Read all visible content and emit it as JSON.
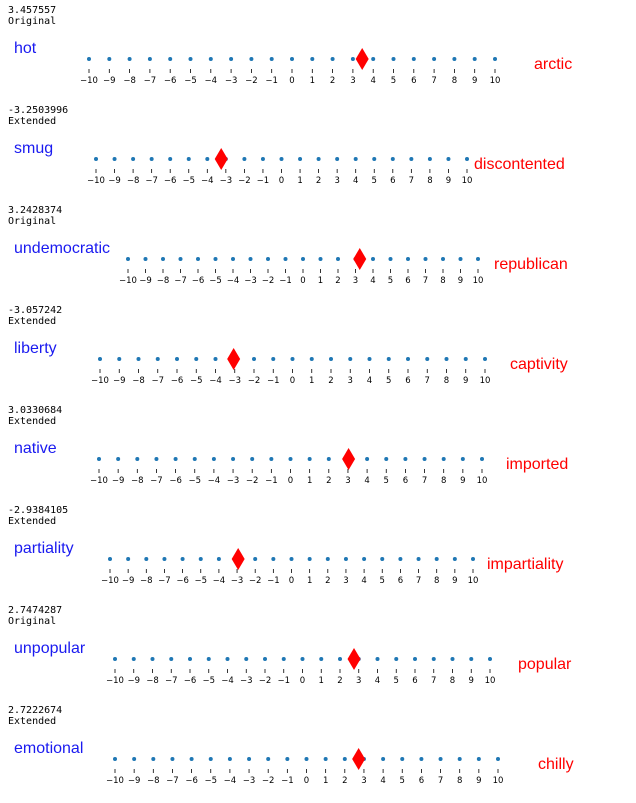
{
  "colors": {
    "left_word": "#1a1af0",
    "right_word": "#ff0000",
    "dot": "#1f77b4",
    "marker": "#ff0000"
  },
  "chart_data": [
    {
      "type": "scatter",
      "score": "3.457557",
      "kind": "Original",
      "left_word": "hot",
      "right_word": "arctic",
      "value": 3.457557,
      "xlim": [
        -10,
        10
      ],
      "ticks": [
        -10,
        -9,
        -8,
        -7,
        -6,
        -5,
        -4,
        -3,
        -2,
        -1,
        0,
        1,
        2,
        3,
        4,
        5,
        6,
        7,
        8,
        9,
        10
      ]
    },
    {
      "type": "scatter",
      "score": "-3.2503996",
      "kind": "Extended",
      "left_word": "smug",
      "right_word": "discontented",
      "value": -3.2503996,
      "xlim": [
        -10,
        10
      ],
      "ticks": [
        -10,
        -9,
        -8,
        -7,
        -6,
        -5,
        -4,
        -3,
        -2,
        -1,
        0,
        1,
        2,
        3,
        4,
        5,
        6,
        7,
        8,
        9,
        10
      ]
    },
    {
      "type": "scatter",
      "score": "3.2428374",
      "kind": "Original",
      "left_word": "undemocratic",
      "right_word": "republican",
      "value": 3.2428374,
      "xlim": [
        -10,
        10
      ],
      "ticks": [
        -10,
        -9,
        -8,
        -7,
        -6,
        -5,
        -4,
        -3,
        -2,
        -1,
        0,
        1,
        2,
        3,
        4,
        5,
        6,
        7,
        8,
        9,
        10
      ]
    },
    {
      "type": "scatter",
      "score": "-3.057242",
      "kind": "Extended",
      "left_word": "liberty",
      "right_word": "captivity",
      "value": -3.057242,
      "xlim": [
        -10,
        10
      ],
      "ticks": [
        -10,
        -9,
        -8,
        -7,
        -6,
        -5,
        -4,
        -3,
        -2,
        -1,
        0,
        1,
        2,
        3,
        4,
        5,
        6,
        7,
        8,
        9,
        10
      ]
    },
    {
      "type": "scatter",
      "score": "3.0330684",
      "kind": "Extended",
      "left_word": "native",
      "right_word": "imported",
      "value": 3.0330684,
      "xlim": [
        -10,
        10
      ],
      "ticks": [
        -10,
        -9,
        -8,
        -7,
        -6,
        -5,
        -4,
        -3,
        -2,
        -1,
        0,
        1,
        2,
        3,
        4,
        5,
        6,
        7,
        8,
        9,
        10
      ]
    },
    {
      "type": "scatter",
      "score": "-2.9384105",
      "kind": "Extended",
      "left_word": "partiality",
      "right_word": "impartiality",
      "value": -2.9384105,
      "xlim": [
        -10,
        10
      ],
      "ticks": [
        -10,
        -9,
        -8,
        -7,
        -6,
        -5,
        -4,
        -3,
        -2,
        -1,
        0,
        1,
        2,
        3,
        4,
        5,
        6,
        7,
        8,
        9,
        10
      ]
    },
    {
      "type": "scatter",
      "score": "2.7474287",
      "kind": "Original",
      "left_word": "unpopular",
      "right_word": "popular",
      "value": 2.7474287,
      "xlim": [
        -10,
        10
      ],
      "ticks": [
        -10,
        -9,
        -8,
        -7,
        -6,
        -5,
        -4,
        -3,
        -2,
        -1,
        0,
        1,
        2,
        3,
        4,
        5,
        6,
        7,
        8,
        9,
        10
      ]
    },
    {
      "type": "scatter",
      "score": "2.7222674",
      "kind": "Extended",
      "left_word": "emotional",
      "right_word": "chilly",
      "value": 2.7222674,
      "xlim": [
        -10,
        10
      ],
      "ticks": [
        -10,
        -9,
        -8,
        -7,
        -6,
        -5,
        -4,
        -3,
        -2,
        -1,
        0,
        1,
        2,
        3,
        4,
        5,
        6,
        7,
        8,
        9,
        10
      ]
    }
  ]
}
